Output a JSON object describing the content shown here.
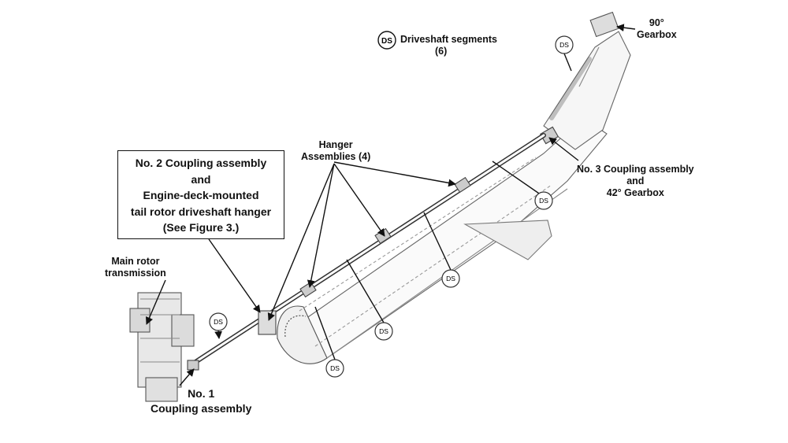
{
  "diagram": {
    "ds_symbol": "DS",
    "legend": {
      "symbol": "DS",
      "line1": "Driveshaft segments",
      "line2": "(6)"
    },
    "labels": {
      "gearbox_90": {
        "line1": "90°",
        "line2": "Gearbox"
      },
      "hanger_assemblies": {
        "line1": "Hanger",
        "line2": "Assemblies (4)"
      },
      "no2_coupling": {
        "line1": "No. 2 Coupling assembly",
        "line2": "and",
        "line3": "Engine-deck-mounted",
        "line4": "tail rotor driveshaft hanger",
        "line5": "(See Figure 3.)"
      },
      "no3_coupling": {
        "line1": "No. 3 Coupling assembly",
        "line2": "and",
        "line3": "42° Gearbox"
      },
      "main_rotor": {
        "line1": "Main rotor",
        "line2": "transmission"
      },
      "no1_coupling": {
        "line1": "No. 1",
        "line2": "Coupling assembly"
      }
    }
  }
}
